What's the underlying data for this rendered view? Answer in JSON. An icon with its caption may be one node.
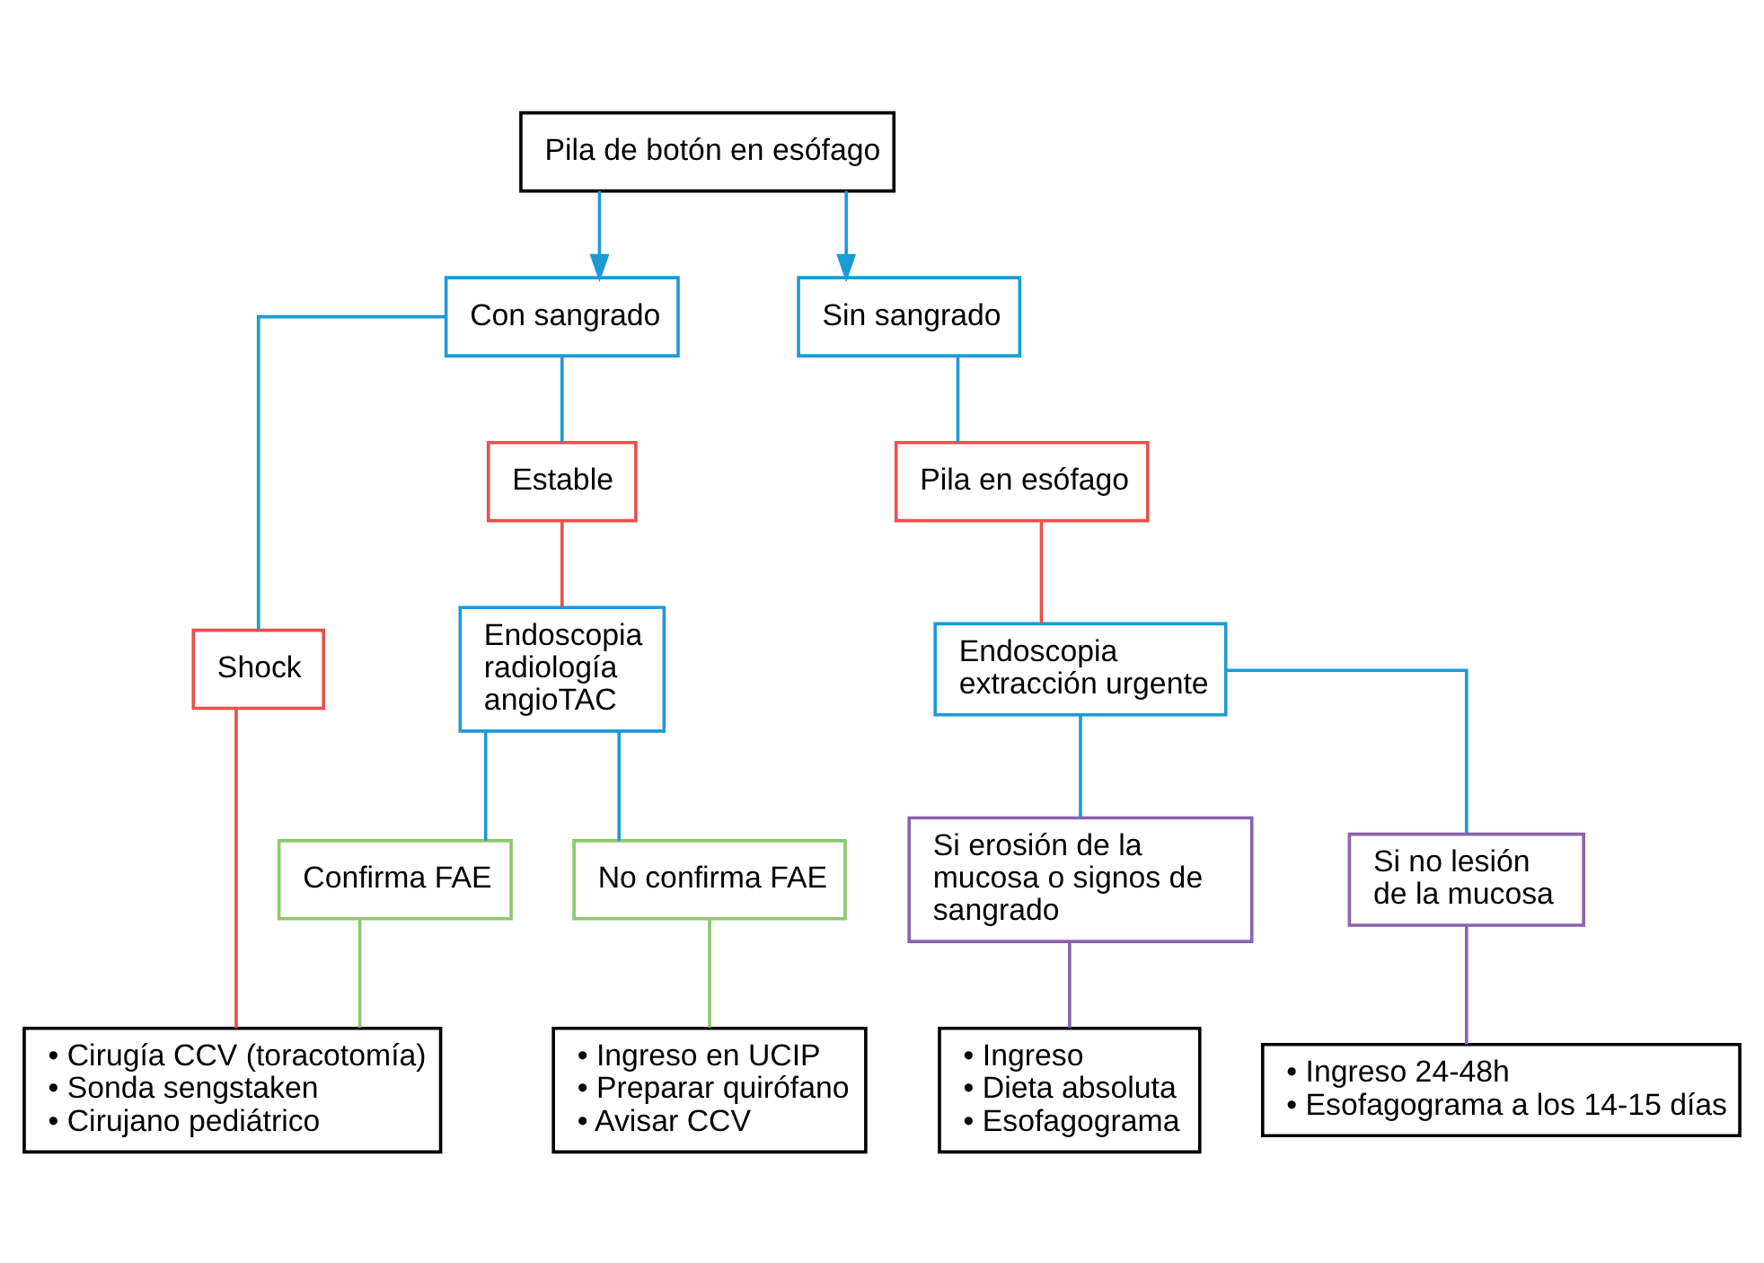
{
  "diagram": {
    "nodes": [
      {
        "text": [
          "Pila de botón en esófago"
        ]
      },
      {
        "text": [
          "Con sangrado"
        ]
      },
      {
        "text": [
          "Sin sangrado"
        ]
      },
      {
        "text": [
          "Shock"
        ]
      },
      {
        "text": [
          "Estable"
        ]
      },
      {
        "text": [
          "Pila en esófago"
        ]
      },
      {
        "text": [
          "Endoscopia radiología angioTAC"
        ]
      },
      {
        "text": [
          "Endoscopia extracción urgente"
        ]
      },
      {
        "text": [
          "Confirma FAE"
        ]
      },
      {
        "text": [
          "No confirma FAE"
        ]
      },
      {
        "text": [
          "Si erosión de la mucosa o signos de sangrado"
        ]
      },
      {
        "text": [
          "Si no lesión de la mucosa"
        ]
      },
      {
        "text": [
          "• Cirugía CCV (toracotomía)",
          "• Sonda sengstaken",
          "• Cirujano pediátrico"
        ]
      },
      {
        "text": [
          "• Ingreso en UCIP",
          "• Preparar quirófano",
          "• Avisar CCV"
        ]
      },
      {
        "text": [
          "• Ingreso",
          "• Dieta absoluta",
          "• Esofagograma"
        ]
      },
      {
        "text": [
          "• Ingreso 24-48h",
          "• Esofagograma a los 14-15 días"
        ]
      }
    ],
    "edges": [
      {
        "from": 0,
        "to": 1,
        "arrow": "to"
      },
      {
        "from": 0,
        "to": 2,
        "arrow": "to"
      },
      {
        "from": 1,
        "to": 3,
        "arrow": "none"
      },
      {
        "from": 1,
        "to": 4,
        "arrow": "none"
      },
      {
        "from": 2,
        "to": 5,
        "arrow": "none"
      },
      {
        "from": 4,
        "to": 6,
        "arrow": "none",
        "color": "#e8504a"
      },
      {
        "from": 5,
        "to": 7,
        "arrow": "none",
        "color": "#e8504a"
      },
      {
        "from": 6,
        "to": 8,
        "arrow": "none"
      },
      {
        "from": 6,
        "to": 9,
        "arrow": "none"
      },
      {
        "from": 7,
        "to": 10,
        "arrow": "none"
      },
      {
        "from": 7,
        "to": 11,
        "arrow": "none"
      },
      {
        "from": 3,
        "to": 12,
        "arrow": "none",
        "color": "#e8504a"
      },
      {
        "from": 8,
        "to": 12,
        "arrow": "none",
        "color": "#8cc96a"
      },
      {
        "from": 9,
        "to": 13,
        "arrow": "none",
        "color": "#8cc96a"
      },
      {
        "from": 10,
        "to": 14,
        "arrow": "none",
        "color": "#8a63ad"
      },
      {
        "from": 11,
        "to": 15,
        "arrow": "none",
        "color": "#8a63ad"
      }
    ]
  }
}
